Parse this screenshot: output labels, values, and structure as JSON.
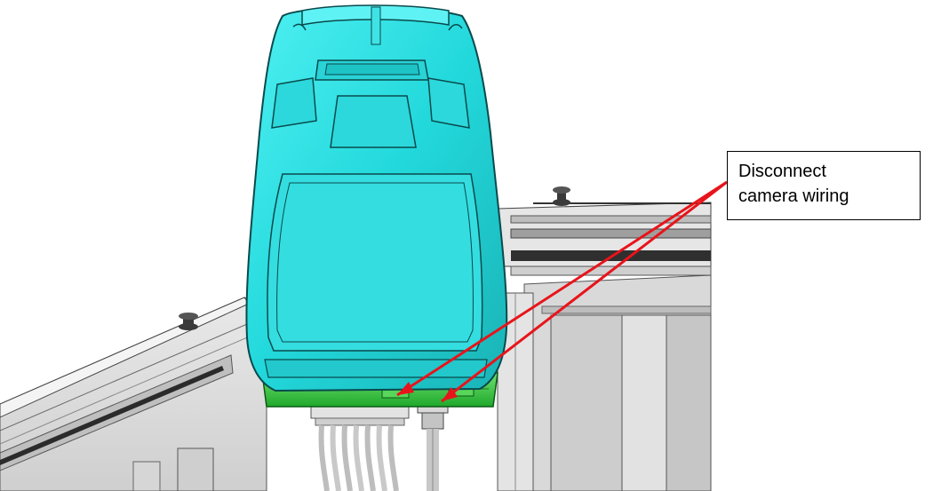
{
  "callout": {
    "lines": [
      "Disconnect",
      "camera wiring"
    ],
    "arrow_color": "#e8141b"
  },
  "colors": {
    "device_body": "#2ee6e8",
    "device_outline": "#0a4a4c",
    "connector_base": "#3ccf4a",
    "housing": "#dadada",
    "housing_shadow": "#9a9a9a",
    "cable": "#d6d6d6"
  },
  "icons": [
    "camera-device",
    "knob-icon",
    "cable-bundle",
    "connector-plug"
  ]
}
